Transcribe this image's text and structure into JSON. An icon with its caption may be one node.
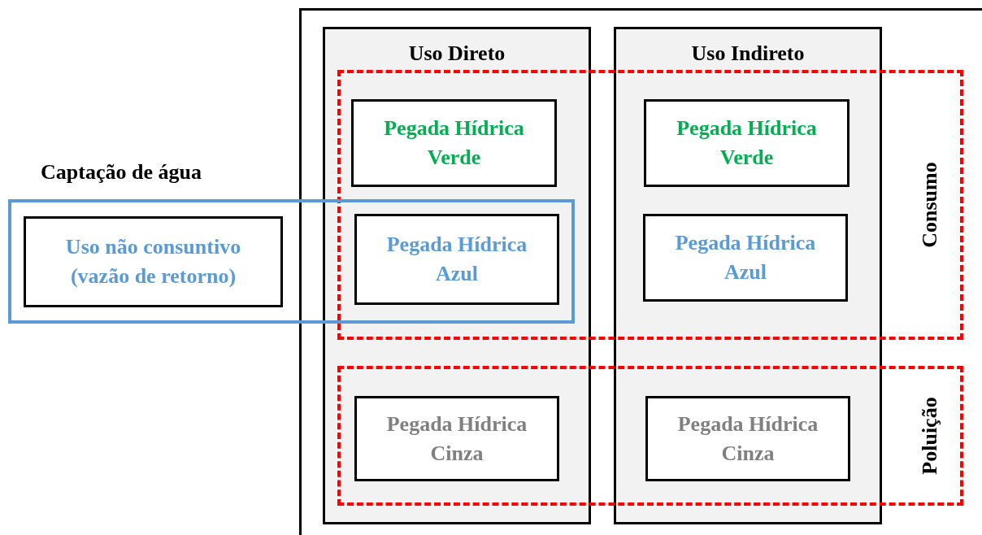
{
  "diagram": {
    "nodes": [
      {
        "text": [],
        "shape": "box"
      },
      {
        "text": [
          "Uso Direto"
        ],
        "in": 0
      },
      {
        "text": [
          "Uso Indireto"
        ],
        "in": 0
      },
      {
        "text": [
          "Consumo"
        ],
        "in": 0
      },
      {
        "text": [
          "Poluição"
        ],
        "in": 0
      },
      {
        "text": [
          "Captação de água"
        ]
      },
      {
        "text": [
          "Uso não consuntivo (vazão de retorno)"
        ],
        "in": 5
      },
      {
        "text": [
          "Pegada Hídrica Verde"
        ]
      },
      {
        "text": [
          "Pegada Hídrica Verde"
        ]
      },
      {
        "text": [
          "Pegada Hídrica Azul"
        ]
      },
      {
        "text": [
          "Pegada Hídrica Azul"
        ]
      },
      {
        "text": [
          "Pegada Hídrica Cinza"
        ]
      },
      {
        "text": [
          "Pegada Hídrica Cinza"
        ]
      }
    ]
  }
}
